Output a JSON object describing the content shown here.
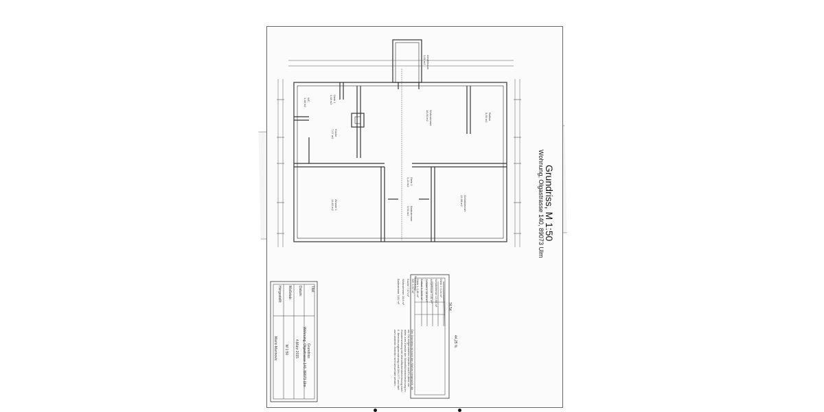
{
  "plan": {
    "title": "Grundriss, M 1:50",
    "subtitle": "Wohnung, Olgastrasse 140, 89073 Ulm",
    "rooms": [
      {
        "name": "Abstellraum",
        "area": "3,81 m2"
      },
      {
        "name": "Diele 1",
        "area": "3,48 m2"
      },
      {
        "name": "WC",
        "area": "1,48 m2"
      },
      {
        "name": "Wohnzimmer",
        "area": "18,50 m2"
      },
      {
        "name": "Balkon",
        "area": "5,65 m2"
      },
      {
        "name": "Küche",
        "area": "7,07 m2"
      },
      {
        "name": "Diele 2",
        "area": "3,24 m2"
      },
      {
        "name": "Zimmer 1",
        "area": "14,83 m2"
      },
      {
        "name": "Schlafzimmer",
        "area": "13,68 m2"
      },
      {
        "name": "Badezimmer",
        "area": "3,53 m2"
      }
    ]
  },
  "area_table": {
    "rows": [
      [
        "Diele 1",
        "3,48",
        "m²"
      ],
      [
        "WC",
        "1,52",
        "m²"
      ],
      [
        "Küche",
        "7,07",
        "m²"
      ],
      [
        "Wohnzimmer",
        "18,6",
        "m²"
      ],
      [
        "Badezimmer",
        "3,81",
        "m²"
      ],
      [
        "Diele 2",
        "3,24",
        "m²"
      ],
      [
        "Schlafzimmer",
        "13,68",
        "m²"
      ],
      [
        "Abstellraum",
        "3,81",
        "m²"
      ],
      [
        "Zimmer 1",
        "14,83",
        "m²"
      ],
      [
        "Balkon",
        "1,4125",
        "m²"
      ]
    ],
    "total_label": "74,54",
    "percent": "44,25 %",
    "remark_heading": "Bemerkung:",
    "remark_text": "Der Grundriss ist nach den Maßen hergestellt, die vor Ort aufgenommen wurden und Es dient nur allein zum Zwecke der Wohnflächenberechnung im Zusammenhang mit Wohnflächenberechnung nach II. Berechnungsverordnung und DIN 277 und darf zum anderen Zwecke nicht verwendet werden."
  },
  "title_block": {
    "titel_label": "Titel:",
    "titel_value_1": "Grundriss",
    "titel_value_2": "Wohnung, Olgastrasse 140, 89073 Ulm",
    "datum_label": "Datum:",
    "datum_value": "4.März 2015",
    "massstab_label": "Maßstab:",
    "massstab_value": "M 1:50",
    "hergestellt_label": "Hergestellt:",
    "hergestellt_value": "Mario Marinovic"
  }
}
